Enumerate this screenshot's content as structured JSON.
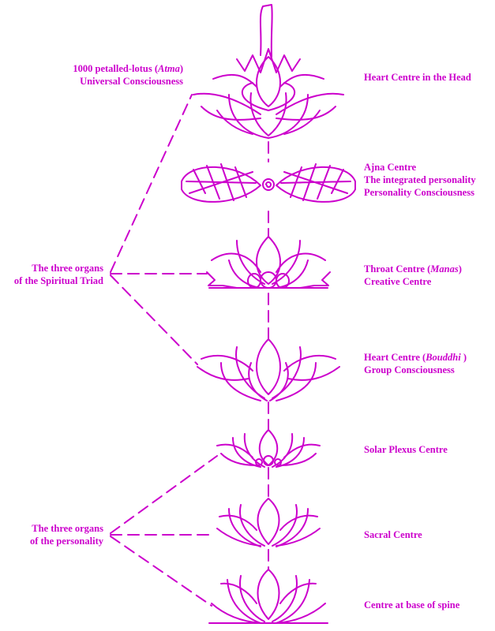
{
  "colors": {
    "ink": "#cc00cc"
  },
  "centres": [
    {
      "id": "head",
      "lines": [
        "Heart Centre in the Head"
      ]
    },
    {
      "id": "ajna",
      "lines": [
        "Ajna Centre",
        "The integrated personality",
        "Personality Consciousness"
      ]
    },
    {
      "id": "throat",
      "line1_prefix": "Throat Centre (",
      "line1_italic": "Manas",
      "line1_suffix": ")",
      "line2": "Creative Centre"
    },
    {
      "id": "heart",
      "line1_prefix": "Heart Centre (",
      "line1_italic": "Bouddhi",
      "line1_suffix": " )",
      "line2": "Group Consciousness"
    },
    {
      "id": "solar",
      "lines": [
        "Solar Plexus Centre"
      ]
    },
    {
      "id": "sacral",
      "lines": [
        "Sacral Centre"
      ]
    },
    {
      "id": "base",
      "lines": [
        "Centre at base of spine"
      ]
    }
  ],
  "left_labels": {
    "lotus": {
      "line1_prefix": "1000 petalled-lotus (",
      "line1_italic": "Atma",
      "line1_suffix": ")",
      "line2": "Universal Consciousness"
    },
    "triad": {
      "lines": [
        "The three organs",
        "of the Spiritual Triad"
      ]
    },
    "personality": {
      "lines": [
        "The three organs",
        "of the personality"
      ]
    }
  }
}
